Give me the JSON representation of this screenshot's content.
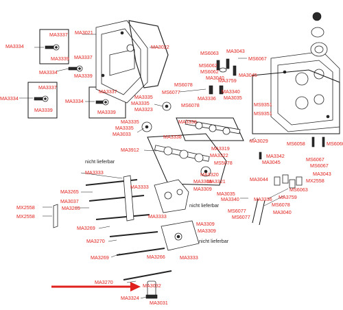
{
  "labels": {
    "ma3334_a": "MA3334",
    "ma3337_a": "MA3337",
    "ma3339_a": "MA3339",
    "ma3021": "MA3021",
    "ma3022": "MA3022",
    "ma3337_b": "MA3337",
    "ma3334_b": "MA3334",
    "ma3339_b": "MA3339",
    "ma3334_c": "MA3334",
    "ma3337_c": "MA3337",
    "ma3339_c": "MA3339",
    "ma3334_d": "MA3334",
    "ma3337_d": "MA3337",
    "ma3339_d": "MA3339",
    "ms6063_a": "MS6063",
    "ma3043_a": "MA3043",
    "ms6067_a": "MS6067",
    "ms6062_a": "MS6062",
    "ms6062_b": "MS6062",
    "ma3045_a": "MA3045",
    "ma3040_a": "MA3040",
    "ma3759_a": "MA3759",
    "ms6078_a": "MS6078",
    "ms6077_a": "MS6077",
    "ma3340_a": "MA3340",
    "ma3336_a": "MA3336",
    "ma3035_a": "MA3035",
    "ms6078_b": "MS6078",
    "ma3335_a": "MA3335",
    "ma3335_b": "MA3335",
    "ma3323": "MA3323",
    "ms9351_a": "MS9351",
    "ms9351_b": "MS9351",
    "ma3335_c": "MA3335",
    "ma3335_d": "MA3335",
    "ma3033": "MA3033",
    "ma3338_a": "MA3338",
    "ma3338_b": "MA3338",
    "ma3029": "MA3029",
    "ma3912": "MA3912",
    "ma3319": "MA3319",
    "ma3322": "MA3322",
    "ms5078": "MS5078",
    "ma3320": "MA3320",
    "ma3321": "MA3321",
    "ms6058": "MS6058",
    "ms6060": "MS6060",
    "ma3342": "MA3342",
    "ma3045_b": "MA3045",
    "ms6067_b": "MS6067",
    "ms6067_c": "MS6067",
    "ma3043_b": "MA3043",
    "mx2558_a": "MX2558",
    "ma3044": "MA3044",
    "nicht_1": "nicht lieferbar",
    "ma3333_a": "MA3333",
    "ma3309_a": "MA3309",
    "ma3265_a": "MA3265",
    "ma3333_b": "MA3333",
    "ma3309_b": "MA3309",
    "ma3037": "MA3037",
    "ma3265_b": "MA3265",
    "nicht_2": "nicht lieferbar",
    "mx2558_b": "MX2558",
    "mx2558_c": "MX2558",
    "ma3035_b": "MA3035",
    "ma3340_b": "MA3340",
    "ma3336_b": "MA3336",
    "ms6063_b": "MS6063",
    "ma3759_b": "MA3759",
    "ms6078_c": "MS6078",
    "ms6077_b": "MS6077",
    "ma3040_b": "MA3040",
    "ms6077_c": "MS6077",
    "ma3333_c": "MA3333",
    "ma3269_a": "MA3269",
    "ma3309_c": "MA3309",
    "ma3309_d": "MA3309",
    "ma3270_a": "MA3270",
    "nicht_3": "nicht lieferbar",
    "ma3269_b": "MA3269",
    "ma3266": "MA3266",
    "ma3333_d": "MA3333",
    "ma3270_b": "MA3270",
    "ma3032": "MA3032",
    "ma3324": "MA3324",
    "ma3031": "MA3031"
  }
}
